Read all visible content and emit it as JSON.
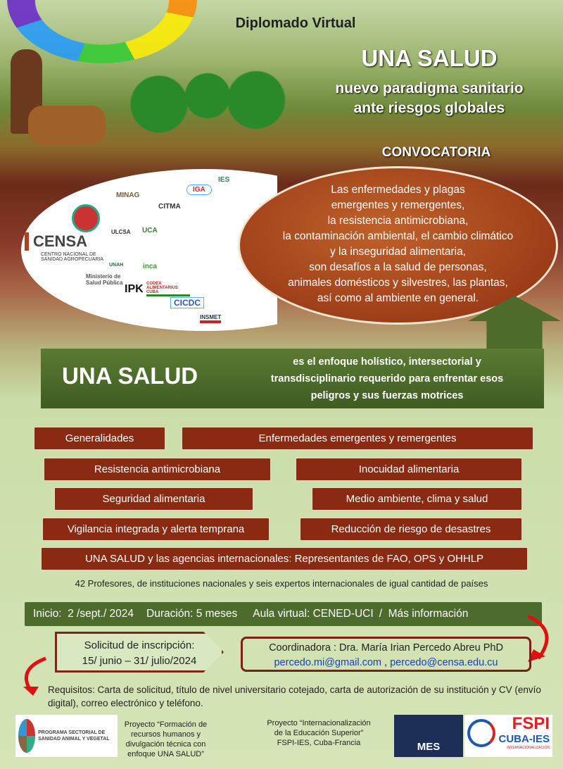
{
  "header": {
    "subtitle": "Diplomado Virtual",
    "title": "UNA SALUD",
    "tagline1": "nuevo paradigma sanitario",
    "tagline2": "ante riesgos globales",
    "convocatoria": "CONVOCATORIA"
  },
  "logos": [
    "CENSA",
    "CENTRO NACIONAL DE SANIDAD AGROPECUARIA",
    "MINAG",
    "CITMA",
    "IGA",
    "IES",
    "ULCSA",
    "UCA",
    "UNAH",
    "inca",
    "Ministerio de Salud Pública",
    "IPK",
    "CODEX ALIMENTARIUS CUBA",
    "CICDC",
    "INSMET"
  ],
  "oval_lines": [
    "Las enfermedades y plagas",
    "emergentes  y remergentes,",
    "la resistencia antimicrobiana,",
    "la  contaminación ambiental, el cambio climático",
    "y la inseguridad  alimentaria,",
    "son  desafíos a la salud de personas,",
    "animales domésticos y silvestres, las plantas,",
    "así como al  ambiente en general."
  ],
  "banner": {
    "title": "UNA SALUD",
    "lines": [
      "es el enfoque holístico, intersectorial y",
      "transdisciplinario  requerido para enfrentar esos",
      "peligros y sus fuerzas motrices"
    ]
  },
  "modules": [
    "Generalidades",
    "Enfermedades emergentes y remergentes",
    "Resistencia antimicrobiana",
    "Inocuidad alimentaria",
    "Seguridad alimentaria",
    "Medio ambiente, clima y  salud",
    "Vigilancia integrada y alerta temprana",
    "Reducción de riesgo de desastres",
    "UNA SALUD y las agencias internacionales: Representantes de FAO, OPS y OHHLP"
  ],
  "professors": "42 Profesores, de instituciones nacionales y seis expertos internacionales de igual cantidad de países",
  "info": {
    "inicio": "Inicio:  2 /sept./ 2024",
    "duracion": "Duración: 5 meses",
    "aula": "Aula virtual: CENED-UCI",
    "mas": "/  Más información"
  },
  "inscripcion": {
    "label": "Solicitud de inscripción:",
    "dates": "15/ junio – 31/ julio/2024"
  },
  "coordinadora": {
    "label": "Coordinadora : Dra. María Irian Percedo Abreu PhD",
    "email1": "percedo.mi@gmail.com",
    "sep": " , ",
    "email2": "percedo@censa.edu.cu"
  },
  "requisitos": {
    "label": "Requisitos:",
    "text": "  Carta de solicitud, título de nivel universitario cotejado, carta de autorización de su institución y CV (envío digital), correo electrónico y teléfono."
  },
  "footer": {
    "programa": "PROGRAMA SECTORIAL DE SANIDAD ANIMAL Y VEGETAL",
    "proyecto1": "Proyecto “Formación de recursos humanos y divulgación técnica con enfoque UNA SALUD”",
    "proyecto2": "Proyecto “Internacionalización de la Educación Superior” FSPI-IES, Cuba-Francia",
    "mes": "MES",
    "fspi": "FSPI",
    "cuba_ies": "CUBA-IES",
    "intern": "INTERNACIONALIZACIÓN"
  }
}
